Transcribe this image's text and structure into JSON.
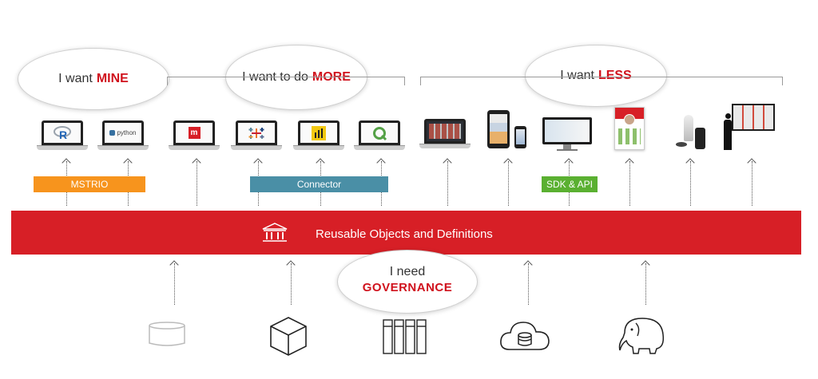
{
  "bubbles": {
    "mine": {
      "prefix": "I want",
      "emphasis": "MINE"
    },
    "more": {
      "prefix": "I want to do",
      "emphasis": "MORE"
    },
    "less": {
      "prefix": "I want",
      "emphasis": "LESS"
    },
    "governance": {
      "line1": "I need",
      "line2": "GOVERNANCE"
    }
  },
  "clients": {
    "python_label": "python"
  },
  "tags": {
    "mstrio": "MSTRIO",
    "connector": "Connector",
    "sdk": "SDK & API"
  },
  "band": {
    "label": "Reusable Objects and Definitions",
    "icon": "bank-icon"
  },
  "colors": {
    "accent_red": "#d71f26",
    "mstrio_orange": "#f7941d",
    "connector_blue": "#4a8fa6",
    "sdk_green": "#5ab031"
  },
  "sources": [
    "database-icon",
    "cube-icon",
    "columns-icon",
    "cloud-database-icon",
    "hadoop-elephant-icon"
  ]
}
